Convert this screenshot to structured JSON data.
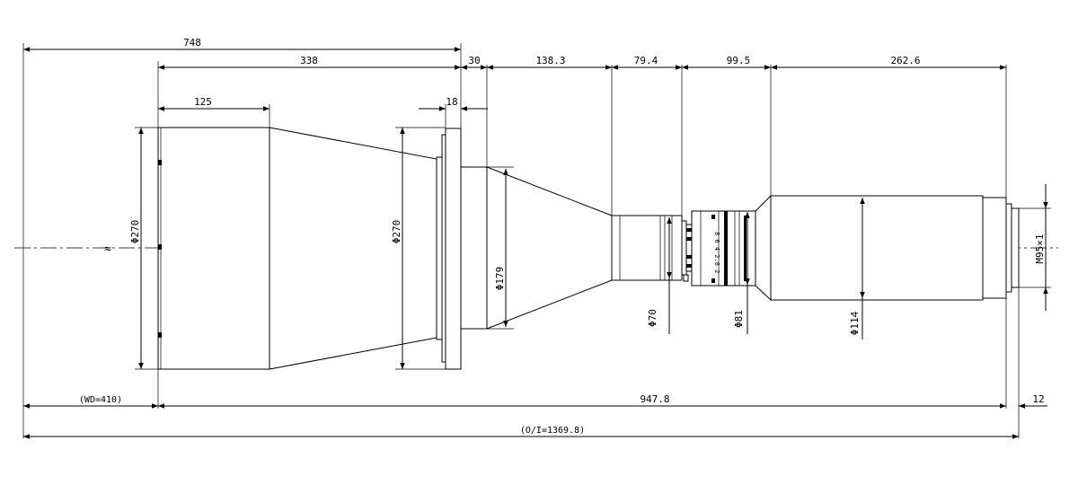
{
  "dimensions": {
    "overall_top": "748",
    "front_section": "338",
    "hood": "125",
    "flange_width": "18",
    "adapter_width": "30",
    "cone_length": "138.3",
    "barrel_length": "79.4",
    "focus_section": "99.5",
    "rear_section": "262.6",
    "working_distance": "(WD=410)",
    "lens_length": "947.8",
    "mount_depth": "12",
    "object_to_image": "(O/I=1369.8)"
  },
  "diameters": {
    "front_hood": "Φ270",
    "front_flange": "Φ270",
    "adapter": "Φ179",
    "barrel": "Φ70",
    "focus_ring": "Φ81",
    "rear_body": "Φ114",
    "thread": "M95×1"
  },
  "break_mark": "≈",
  "ring_markings": "8 6 4 2.8 2"
}
